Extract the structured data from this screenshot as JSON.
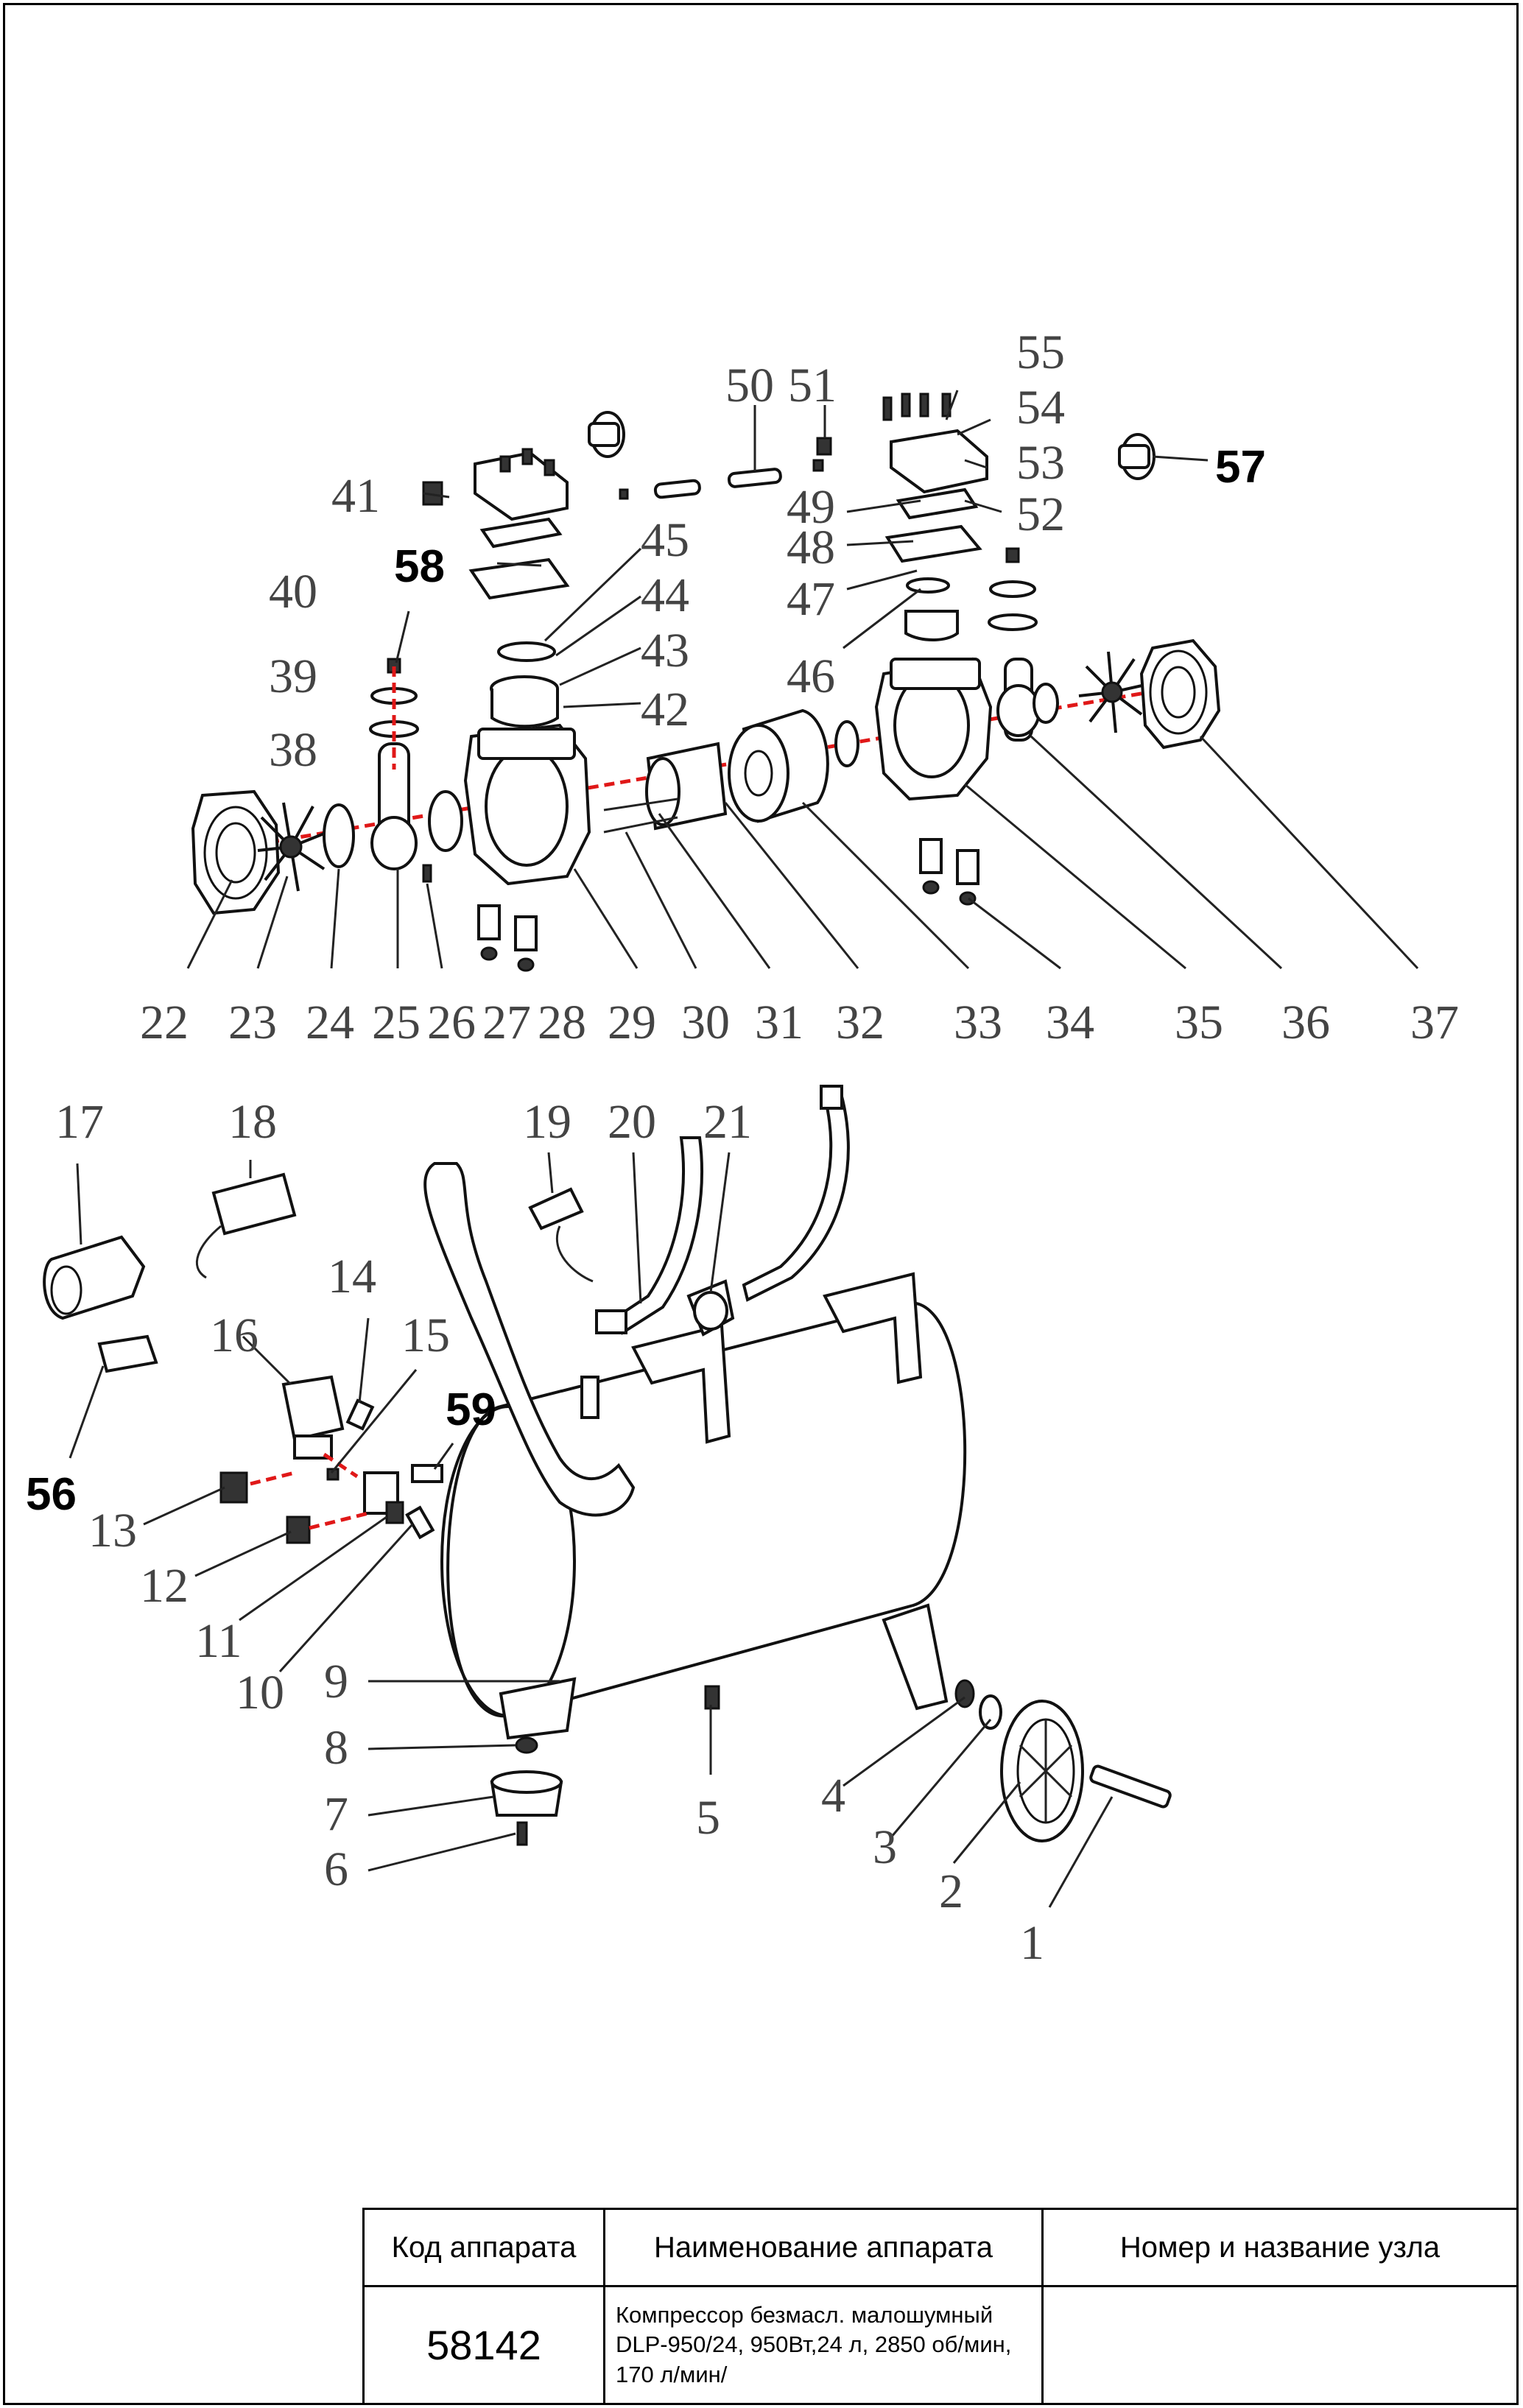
{
  "callouts": {
    "exploded_pump": [
      "22",
      "23",
      "24",
      "25",
      "26",
      "27",
      "28",
      "29",
      "30",
      "31",
      "32",
      "33",
      "34",
      "35",
      "36",
      "37"
    ],
    "pump_top_left": [
      "38",
      "39",
      "40",
      "41",
      "42",
      "43",
      "44",
      "45"
    ],
    "pump_top_right": [
      "46",
      "47",
      "48",
      "49",
      "50",
      "51",
      "52",
      "53",
      "54",
      "55"
    ],
    "bold_labels": [
      "57",
      "58",
      "59",
      "56"
    ],
    "tank_area": [
      "1",
      "2",
      "3",
      "4",
      "5",
      "6",
      "7",
      "8",
      "9",
      "10",
      "11",
      "12",
      "13",
      "14",
      "15",
      "16",
      "17",
      "18",
      "19",
      "20",
      "21"
    ]
  },
  "title_block": {
    "header_code": "Код аппарата",
    "header_name": "Наименование аппарата",
    "header_unit": "Номер и название узла",
    "code": "58142",
    "name": "Компрессор   безмасл. малошумный DLP-950/24, 950Вт,24 л, 2850 об/мин, 170 л/мин/",
    "unit": ""
  }
}
